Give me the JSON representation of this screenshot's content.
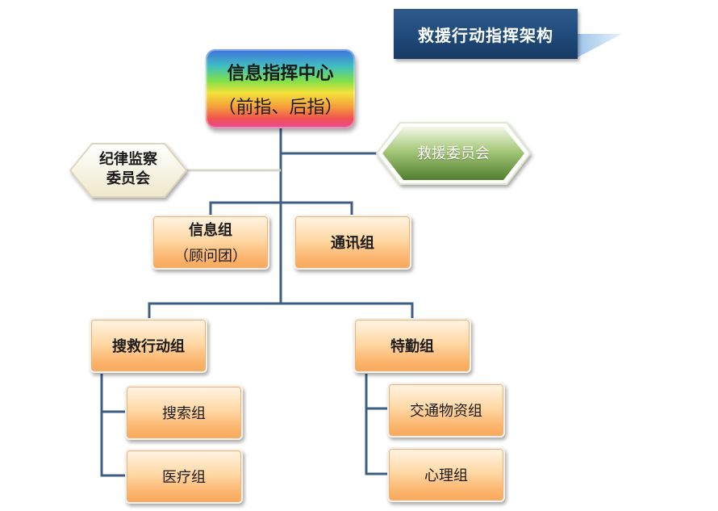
{
  "title": "救援行动指挥架构",
  "command_center": {
    "line1": "信息指挥中心",
    "line2": "（前指、后指）"
  },
  "rescue_committee": "救援委员会",
  "discipline_committee": {
    "line1": "纪律监察",
    "line2": "委员会"
  },
  "info_group": {
    "label": "信息组",
    "sub": "（顾问团）"
  },
  "comm_group": "通讯组",
  "search_rescue_group": {
    "label": "搜救行动组",
    "subgroups": [
      "搜索组",
      "医疗组"
    ]
  },
  "special_group": {
    "label": "特勤组",
    "subgroups": [
      "交通物资组",
      "心理组"
    ]
  }
}
